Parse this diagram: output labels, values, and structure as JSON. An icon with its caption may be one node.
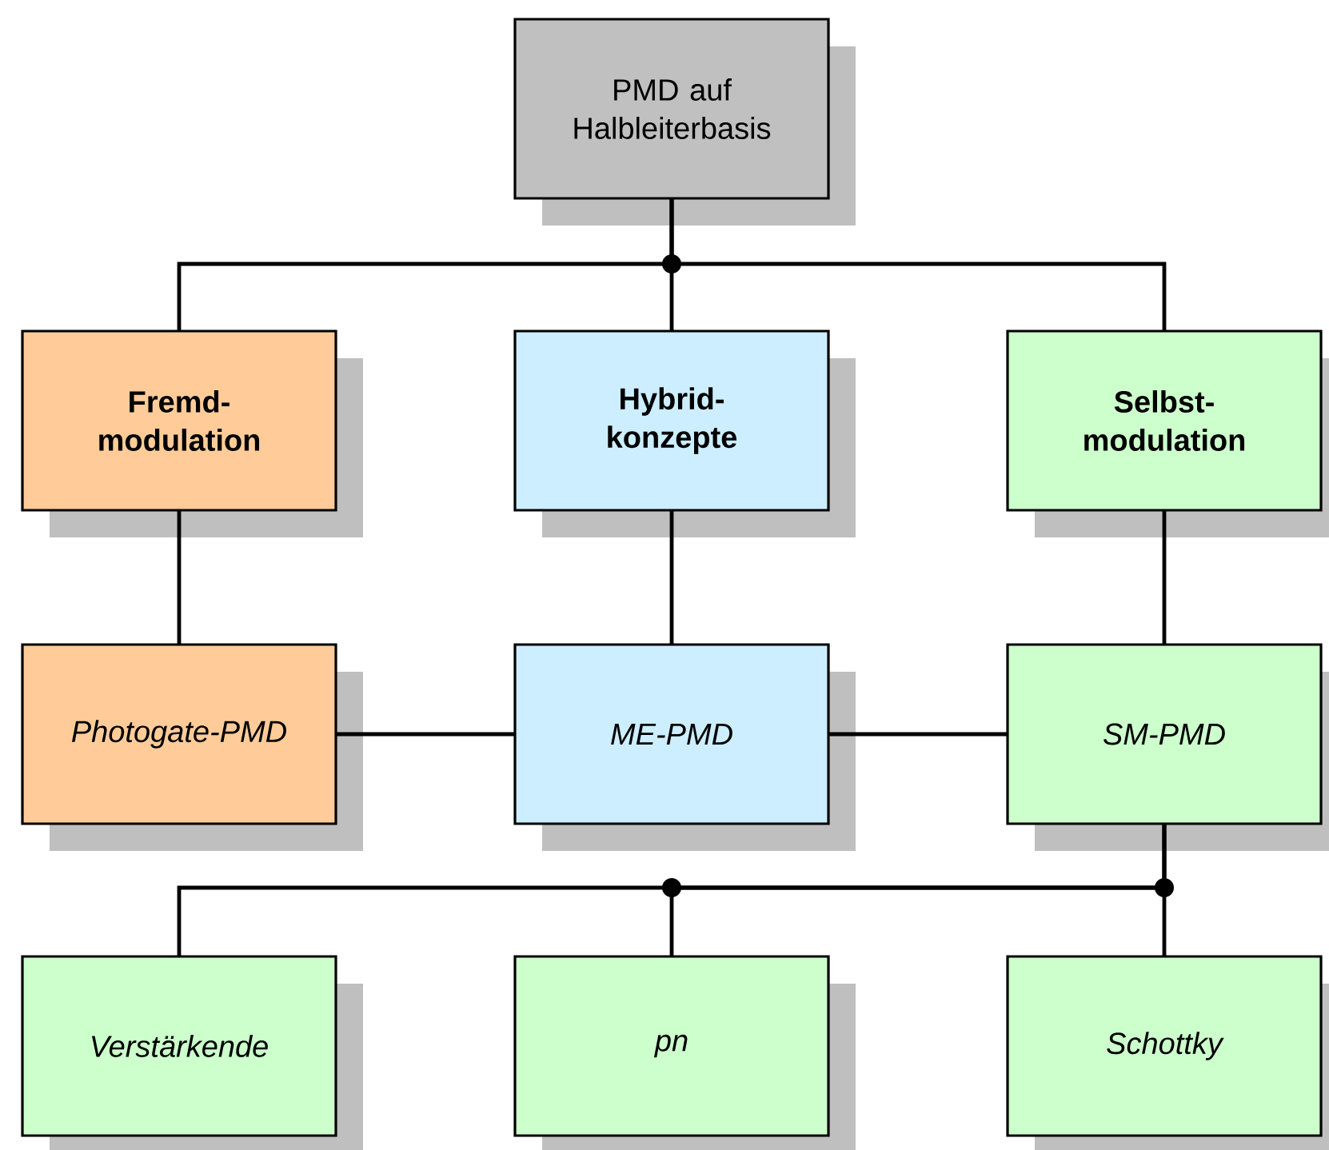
{
  "diagram": {
    "nodes": [
      {
        "text": [
          "PMD auf Halbleiterbasis"
        ]
      },
      {
        "text": [
          "Fremd- modulation"
        ]
      },
      {
        "text": [
          "Hybrid- konzepte"
        ]
      },
      {
        "text": [
          "Selbst- modulation"
        ]
      },
      {
        "text": [
          "Photogate-PMD"
        ]
      },
      {
        "text": [
          "ME-PMD"
        ]
      },
      {
        "text": [
          "SM-PMD"
        ]
      },
      {
        "text": [
          "Verstärkende"
        ]
      },
      {
        "text": [
          "pn"
        ]
      },
      {
        "text": [
          "Schottky"
        ]
      }
    ],
    "edges": [
      {
        "from": 0,
        "to": 1,
        "arrow": "none"
      },
      {
        "from": 0,
        "to": 2,
        "arrow": "none"
      },
      {
        "from": 0,
        "to": 3,
        "arrow": "none"
      },
      {
        "from": 1,
        "to": 4,
        "arrow": "none"
      },
      {
        "from": 2,
        "to": 5,
        "arrow": "none"
      },
      {
        "from": 3,
        "to": 6,
        "arrow": "none"
      },
      {
        "from": 4,
        "to": 5,
        "arrow": "none"
      },
      {
        "from": 5,
        "to": 6,
        "arrow": "none"
      },
      {
        "from": 6,
        "to": 7,
        "arrow": "none"
      },
      {
        "from": 6,
        "to": 8,
        "arrow": "none"
      },
      {
        "from": 6,
        "to": 9,
        "arrow": "none"
      }
    ]
  }
}
